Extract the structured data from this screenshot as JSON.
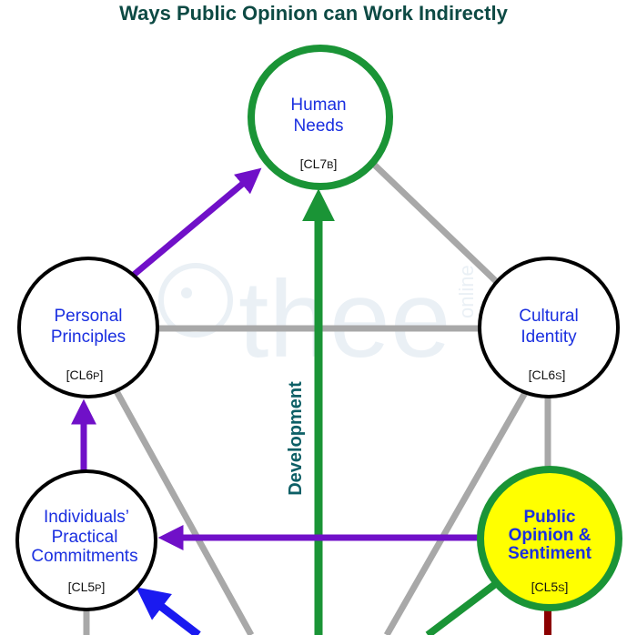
{
  "title": "Ways Public Opinion can Work Indirectly",
  "watermark": "thee",
  "watermark_small": "online",
  "edge_label": "Development",
  "nodes": {
    "human_needs": {
      "line1": "Human",
      "line2": "Needs",
      "code_main": "[CL7",
      "code_sub": "B",
      "code_end": "]"
    },
    "personal_principles": {
      "line1": "Personal",
      "line2": "Principles",
      "code_main": "[CL6",
      "code_sub": "P",
      "code_end": "]"
    },
    "cultural_identity": {
      "line1": "Cultural",
      "line2": "Identity",
      "code_main": "[CL6",
      "code_sub": "S",
      "code_end": "]"
    },
    "practical_commitments": {
      "line1": "Individuals’",
      "line2": "Practical",
      "line3": "Commitments",
      "code_main": "[CL5",
      "code_sub": "P",
      "code_end": "]"
    },
    "public_opinion": {
      "line1": "Public",
      "line2": "Opinion &",
      "line3": "Sentiment",
      "code_main": "[CL5",
      "code_sub": "S",
      "code_end": "]"
    }
  },
  "colors": {
    "green": "#1a9436",
    "purple": "#7010c8",
    "blue": "#1a1af0",
    "gray": "#a8a8a8",
    "dark_red": "#8b0000",
    "highlight_fill": "#ffff00",
    "title": "#0d4a44"
  }
}
